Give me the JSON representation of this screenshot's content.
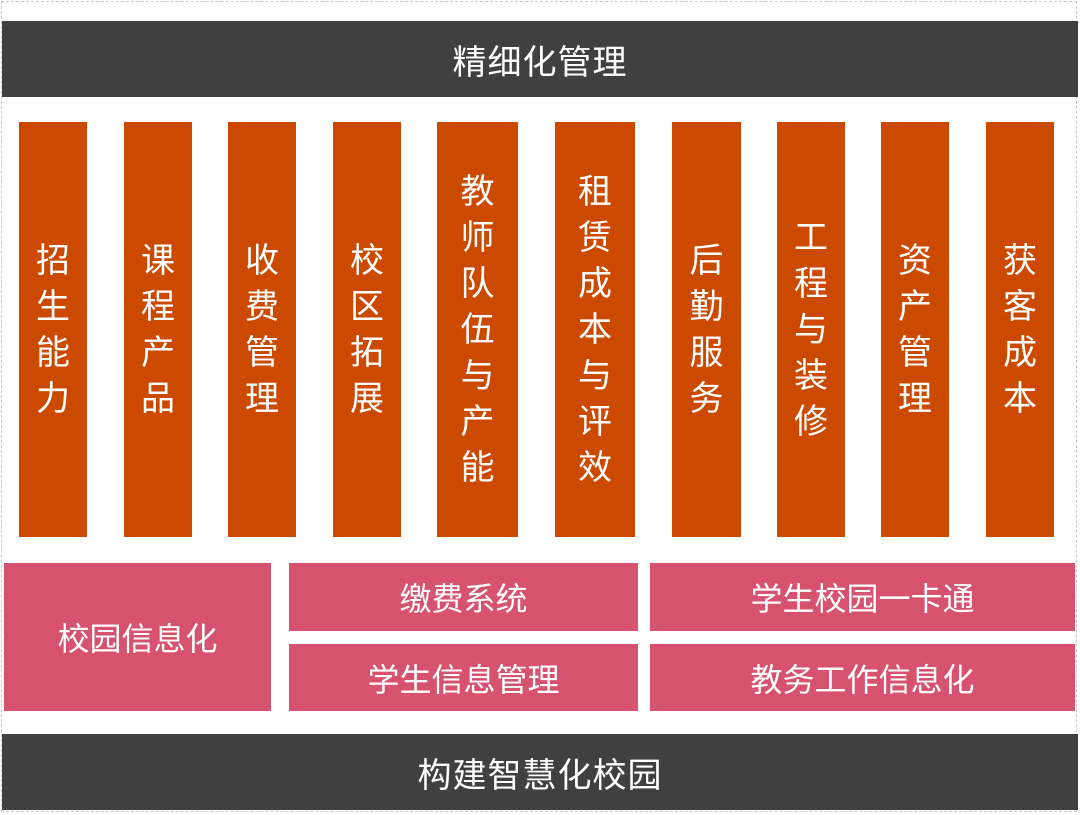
{
  "top_bar": "精细化管理",
  "pillars": [
    "招生能力",
    "课程产品",
    "收费管理",
    "校区拓展",
    "教师队伍与产能",
    "租赁成本与评效",
    "后勤服务",
    "工程与装修",
    "资产管理",
    "获客成本"
  ],
  "informatization": {
    "main": "校园信息化",
    "payment_system": "缴费系统",
    "campus_card": "学生校园一卡通",
    "student_info": "学生信息管理",
    "academic_info": "教务工作信息化"
  },
  "bottom_bar": "构建智慧化校园"
}
